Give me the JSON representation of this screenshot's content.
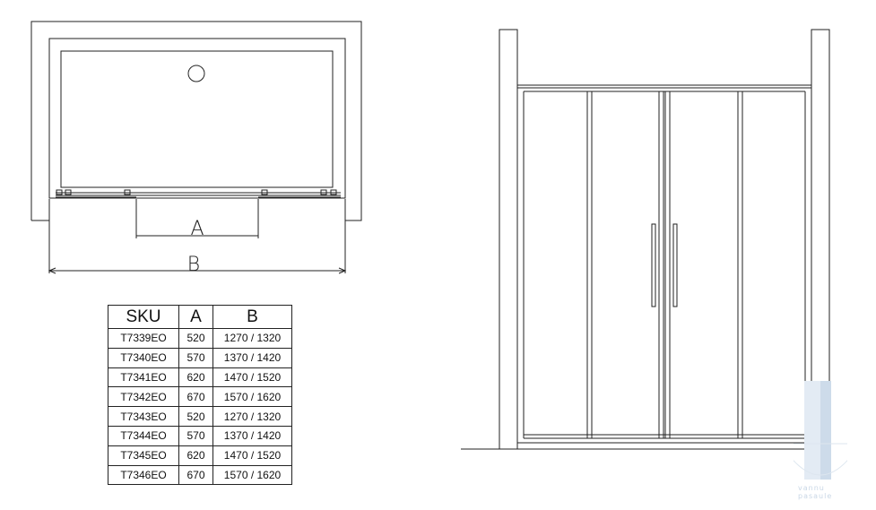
{
  "plan_view": {
    "label_a": "A",
    "label_b": "B"
  },
  "sku_table": {
    "headers": [
      "SKU",
      "A",
      "B"
    ],
    "rows": [
      {
        "sku": "T7339EO",
        "a": "520",
        "b": "1270 / 1320"
      },
      {
        "sku": "T7340EO",
        "a": "570",
        "b": "1370 / 1420"
      },
      {
        "sku": "T7341EO",
        "a": "620",
        "b": "1470 / 1520"
      },
      {
        "sku": "T7342EO",
        "a": "670",
        "b": "1570 / 1620"
      },
      {
        "sku": "T7343EO",
        "a": "520",
        "b": "1270 / 1320"
      },
      {
        "sku": "T7344EO",
        "a": "570",
        "b": "1370 / 1420"
      },
      {
        "sku": "T7345EO",
        "a": "620",
        "b": "1470 / 1520"
      },
      {
        "sku": "T7346EO",
        "a": "670",
        "b": "1570 / 1620"
      }
    ]
  },
  "watermark": {
    "line1": "vannu",
    "line2": "pasaule"
  },
  "colors": {
    "line": "#222222",
    "watermark": "#c9d7e6"
  }
}
